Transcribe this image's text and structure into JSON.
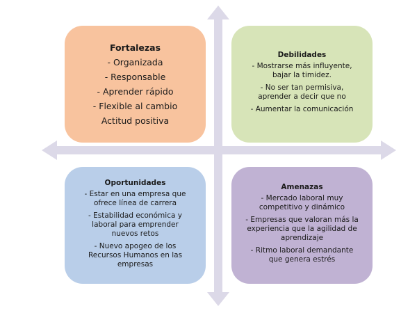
{
  "colors": {
    "axis": "#dcd9e8",
    "fortalezas": "#f8c39e",
    "debilidades": "#d7e4b8",
    "oportunidades": "#b9cee9",
    "amenazas": "#c0b2d3"
  },
  "fortalezas": {
    "title": "Fortalezas",
    "items": [
      "- Organizada",
      "- Responsable",
      "- Aprender rápido",
      "- Flexible al cambio",
      "Actitud positiva"
    ]
  },
  "debilidades": {
    "title": "Debilidades",
    "items": [
      "- Mostrarse más  influyente,\nbajar la timidez.",
      "- No ser tan permisiva,\naprender  a decir que no",
      "- Aumentar la comunicación"
    ]
  },
  "oportunidades": {
    "title": "Oportunidades",
    "items": [
      "- Estar en una empresa que\nofrece línea de carrera",
      "- Estabilidad económica y\nlaboral para emprender\nnuevos retos",
      "- Nuevo apogeo de los\nRecursos Humanos en las\nempresas"
    ]
  },
  "amenazas": {
    "title": "Amenazas",
    "items": [
      "- Mercado laboral muy\ncompetitivo y dinámico",
      "- Empresas  que valoran más la\nexperiencia que la agilidad de\naprendizaje",
      "- Ritmo laboral demandante\nque genera estrés"
    ]
  }
}
